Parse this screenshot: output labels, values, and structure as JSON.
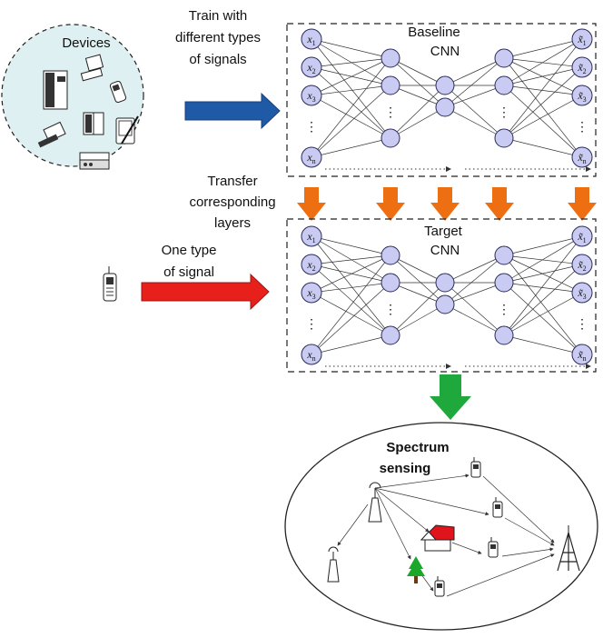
{
  "devices": {
    "title": "Devices"
  },
  "top_arrow_label": [
    "Train with",
    "different types",
    "of signals"
  ],
  "baseline": {
    "title": [
      "Baseline",
      "CNN"
    ]
  },
  "target": {
    "title": [
      "Target",
      "CNN"
    ]
  },
  "transfer_label": [
    "Transfer",
    "corresponding",
    "layers"
  ],
  "mid_arrow_label": [
    "One type",
    "of signal"
  ],
  "sensing": {
    "title": [
      "Spectrum",
      "sensing"
    ]
  },
  "network": {
    "inputs": [
      "x1",
      "x2",
      "x3",
      "xn"
    ],
    "outputs": [
      "x̃1",
      "x̃2",
      "x̃3",
      "x̃n"
    ],
    "ellipsis": "⋮"
  },
  "colors": {
    "node_fill": "#c9cbf2",
    "blue_arrow": "#1f5aa6",
    "red_arrow": "#e8201c",
    "orange_arrow": "#ee6f12",
    "green_arrow": "#1fa83c",
    "devices_circle": "#dff0f2",
    "house_roof": "#e0141c",
    "tree": "#1aa82a"
  }
}
